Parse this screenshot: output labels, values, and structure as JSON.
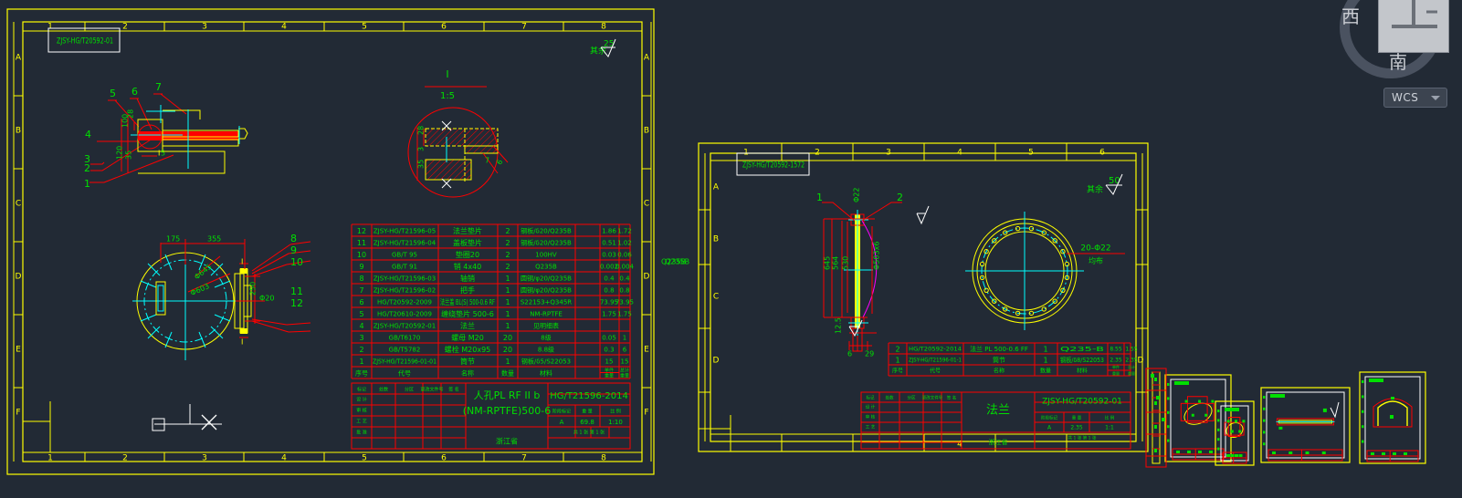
{
  "app": {
    "name": "AutoCAD drawing area",
    "background_color": "#222a35",
    "layer_colors": {
      "frame_yellow": "#ffff00",
      "geometry_red": "#ff0000",
      "text_green": "#00e000",
      "center_cyan": "#00ffff",
      "white": "#ffffff",
      "magenta": "#ff00ff"
    }
  },
  "viewcube": {
    "west_label": "西",
    "south_label": "南",
    "top_label": "上",
    "wcs_label": "WCS",
    "caret_icon": "chevron-down-icon"
  },
  "cursor": {
    "type": "crosshair-with-pickbox"
  },
  "sheet_left": {
    "title_tag": "ZJSY-HG/T20592-01",
    "zone_columns": [
      "1",
      "2",
      "3",
      "4",
      "5",
      "6",
      "7",
      "8"
    ],
    "zone_rows": [
      "A",
      "B",
      "C",
      "D",
      "E",
      "F"
    ],
    "surface_note": {
      "label": "其余",
      "value": "25"
    },
    "detail_view": {
      "name": "I",
      "scale": "1:5",
      "dims": [
        "28",
        "3",
        "35"
      ]
    },
    "view_side": {
      "balloons": [
        "1",
        "2",
        "3",
        "4",
        "5",
        "6",
        "7"
      ],
      "dims": [
        "28",
        "100",
        "120",
        "35",
        "5"
      ]
    },
    "view_front": {
      "balloons": [
        "8",
        "9",
        "10",
        "11",
        "12"
      ],
      "dims": [
        "175",
        "355",
        "Φ645",
        "Φ603",
        "Φ20",
        "250"
      ]
    },
    "outside_note": "Q235B",
    "bom": {
      "headers": [
        "序号",
        "代号",
        "名称",
        "数量",
        "材料",
        "单件",
        "总计",
        "备注"
      ],
      "weight_group_header": "重量",
      "rows": [
        {
          "no": "12",
          "code": "ZJSY-HG/T21596-05",
          "name": "法兰垫片",
          "qty": "2",
          "material": "钢板/δ20/Q235B",
          "single": "1.86",
          "total": "1.72"
        },
        {
          "no": "11",
          "code": "ZJSY-HG/T21596-04",
          "name": "盖板垫片",
          "qty": "2",
          "material": "钢板/δ20/Q235B",
          "single": "0.51",
          "total": "1.02"
        },
        {
          "no": "10",
          "code": "GB/T 95",
          "name": "垫圈20",
          "qty": "2",
          "material": "100HV",
          "single": "0.03",
          "total": "0.06"
        },
        {
          "no": "9",
          "code": "GB/T 91",
          "name": "销 4x40",
          "qty": "2",
          "material": "Q235B",
          "single": "0.002",
          "total": "0.004"
        },
        {
          "no": "8",
          "code": "ZJSY-HG/T21596-03",
          "name": "轴销",
          "qty": "1",
          "material": "圆钢/φ20/Q235B",
          "single": "0.4",
          "total": "0.4"
        },
        {
          "no": "7",
          "code": "ZJSY-HG/T21596-02",
          "name": "把手",
          "qty": "1",
          "material": "圆钢/φ20/Q235B",
          "single": "0.8",
          "total": "0.8"
        },
        {
          "no": "6",
          "code": "HG/T20592-2009",
          "name": "法兰盖 BL(S) 500-0.6 RF",
          "qty": "1",
          "material": "S22153+Q345R",
          "single": "73.95",
          "total": "73.95"
        },
        {
          "no": "5",
          "code": "HG/T20610-2009",
          "name": "缠绕垫片 500-6",
          "qty": "1",
          "material": "NM-RPTFE",
          "single": "1.75",
          "total": "1.75"
        },
        {
          "no": "4",
          "code": "ZJSY-HG/T20592-01",
          "name": "法兰",
          "qty": "1",
          "material": "见明细表",
          "single": "",
          "total": ""
        },
        {
          "no": "3",
          "code": "GB/T6170",
          "name": "螺母 M20",
          "qty": "20",
          "material": "8级",
          "single": "0.05",
          "total": "1"
        },
        {
          "no": "2",
          "code": "GB/T5782",
          "name": "螺栓 M20x95",
          "qty": "20",
          "material": "8.8级",
          "single": "0.3",
          "total": "6"
        },
        {
          "no": "1",
          "code": "ZJSY-HG/T21596-01-01",
          "name": "筒节",
          "qty": "1",
          "material": "钢板/δ5/S22053",
          "single": "15",
          "total": "15"
        }
      ]
    },
    "title_block": {
      "product_line1": "人孔PL RF II b",
      "product_line2": "(NM-RPTFE)500-6",
      "standard": "HG/T21596-2014",
      "stage": "A",
      "mass": "69.8",
      "scale": "1:10",
      "sheet_label": "共 1 张 第 1 张",
      "company": "浙江省",
      "fields": [
        "标记",
        "处数",
        "分区",
        "更改文件号",
        "签 名",
        "年月日",
        "阶段标记",
        "重量",
        "比例"
      ],
      "signers": [
        "设 计",
        "审 核",
        "工 艺",
        "批 准"
      ]
    }
  },
  "sheet_right": {
    "title_tag": "ZJSY-HG/T20592-1572",
    "zone_columns": [
      "1",
      "2",
      "3",
      "4",
      "5",
      "6"
    ],
    "zone_rows": [
      "A",
      "B",
      "C",
      "D"
    ],
    "surface_note": {
      "label": "其余",
      "value": "50"
    },
    "left_margin_note": "Q235B",
    "view_section": {
      "balloons": [
        "1",
        "2"
      ],
      "dims": [
        "645",
        "564",
        "530",
        "Φ503x6",
        "12.5",
        "6",
        "29",
        "Φ22"
      ]
    },
    "view_circle": {
      "hole_note": "20-Φ22",
      "sub_note": "均布"
    },
    "bom": {
      "headers": [
        "序号",
        "代号",
        "名称",
        "数量",
        "材料",
        "单件",
        "总计",
        "备注"
      ],
      "rows": [
        {
          "no": "2",
          "code": "HG/T20592-2014",
          "name": "法兰 PL 500-0.6 FF",
          "qty": "1",
          "material": "Q235-B",
          "single": "8.55",
          "total": "1.55",
          "remark": "见明细"
        },
        {
          "no": "1",
          "code": "ZJSY-HG/T21596-01-1",
          "name": "筒节",
          "qty": "1",
          "material": "钢板/δ8/S22053",
          "single": "2.35",
          "total": "2.35",
          "remark": "见明细"
        }
      ]
    },
    "title_block": {
      "product": "法兰",
      "standard": "ZJSY-HG/T20592-01",
      "stage": "A",
      "mass": "2.35",
      "scale": "1:1",
      "sheet_label": "共 1 张 第 1 张",
      "company": "浙江省",
      "fields": [
        "标记",
        "处数",
        "分区",
        "更改文件号",
        "签 名",
        "年月日"
      ],
      "signers": [
        "设 计",
        "审 核",
        "工 艺"
      ]
    }
  },
  "thumbnail_sheets": [
    {
      "id": "thumb-1"
    },
    {
      "id": "thumb-2"
    },
    {
      "id": "thumb-3"
    },
    {
      "id": "thumb-4"
    },
    {
      "id": "thumb-5"
    }
  ]
}
